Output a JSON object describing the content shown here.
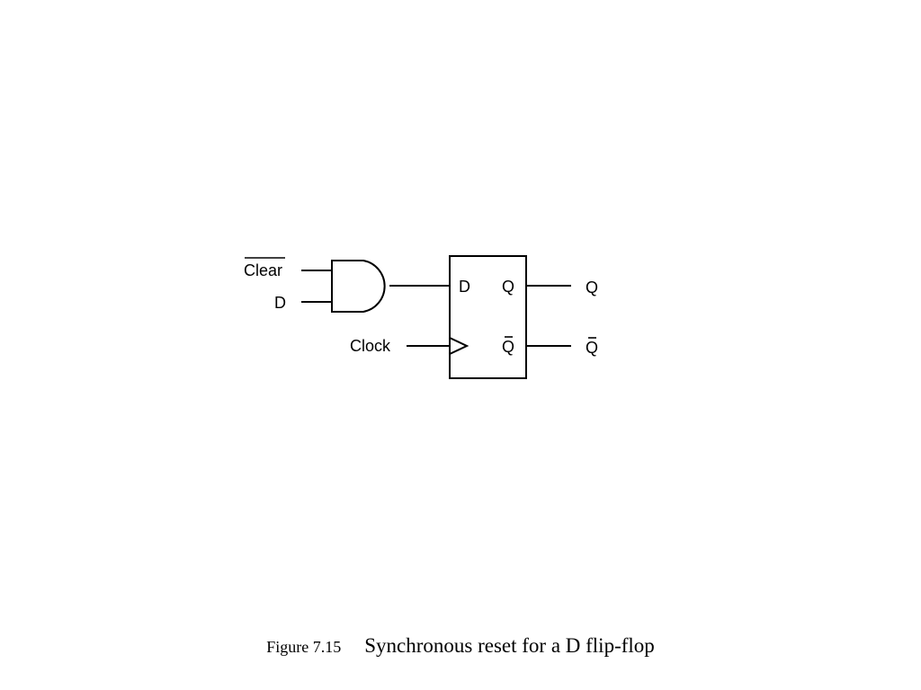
{
  "diagram": {
    "inputs": {
      "clear_label": "Clear",
      "d_label": "D",
      "clock_label": "Clock"
    },
    "flip_flop": {
      "d_pin": "D",
      "q_pin": "Q",
      "qbar_pin": "Q"
    },
    "outputs": {
      "q_label": "Q",
      "qbar_label": "Q"
    }
  },
  "caption": {
    "figure_number": "Figure 7.15",
    "title": "Synchronous reset for a D flip-flop"
  }
}
